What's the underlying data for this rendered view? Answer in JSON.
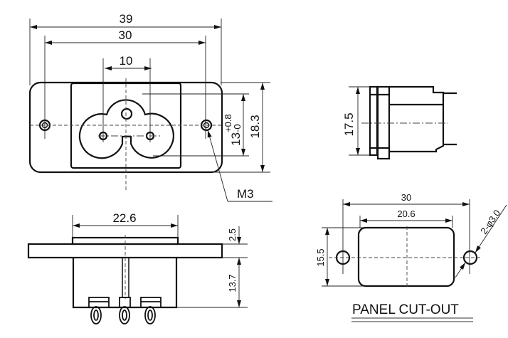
{
  "front_view": {
    "overall_width": "39",
    "hole_spacing": "30",
    "pin_spacing": "10",
    "height": "18.3",
    "opening_height": "13",
    "tol_plus": "+0.8",
    "tol_minus": "-0",
    "screw_label": "M3"
  },
  "side_view": {
    "height": "17.5"
  },
  "bottom_view": {
    "cap_width": "22.6",
    "flange_thickness": "2.5",
    "body_depth": "13.7"
  },
  "panel_cutout": {
    "hole_spacing": "30",
    "cutout_width": "20.6",
    "cutout_height": "15.5",
    "hole_label": "2-φ3.0",
    "title": "PANEL CUT-OUT"
  }
}
